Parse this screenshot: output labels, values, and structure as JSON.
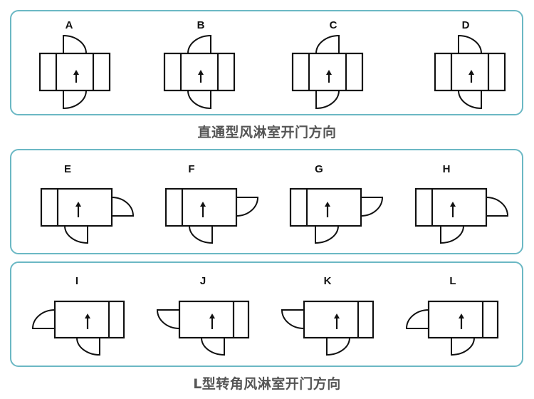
{
  "groups": [
    {
      "caption": "直通型风淋室开门方向",
      "type": "straight",
      "diagrams": [
        {
          "label": "A",
          "doors": [
            {
              "edge": "top",
              "hinge": "left"
            },
            {
              "edge": "bottom",
              "hinge": "left"
            }
          ]
        },
        {
          "label": "B",
          "doors": [
            {
              "edge": "top",
              "hinge": "right"
            },
            {
              "edge": "bottom",
              "hinge": "right"
            }
          ]
        },
        {
          "label": "C",
          "doors": [
            {
              "edge": "top",
              "hinge": "right"
            },
            {
              "edge": "bottom",
              "hinge": "left"
            }
          ]
        },
        {
          "label": "D",
          "doors": [
            {
              "edge": "top",
              "hinge": "left"
            },
            {
              "edge": "bottom",
              "hinge": "right"
            }
          ]
        }
      ]
    },
    {
      "caption": "",
      "type": "l-right",
      "diagrams": [
        {
          "label": "E",
          "doors": [
            {
              "edge": "right",
              "hinge": "bottom"
            },
            {
              "edge": "bottom",
              "hinge": "right"
            }
          ]
        },
        {
          "label": "F",
          "doors": [
            {
              "edge": "right",
              "hinge": "top"
            },
            {
              "edge": "bottom",
              "hinge": "right"
            }
          ]
        },
        {
          "label": "G",
          "doors": [
            {
              "edge": "right",
              "hinge": "top"
            },
            {
              "edge": "bottom",
              "hinge": "left"
            }
          ]
        },
        {
          "label": "H",
          "doors": [
            {
              "edge": "right",
              "hinge": "bottom"
            },
            {
              "edge": "bottom",
              "hinge": "left"
            }
          ]
        }
      ]
    },
    {
      "caption": "L型转角风淋室开门方向",
      "type": "l-left",
      "diagrams": [
        {
          "label": "I",
          "doors": [
            {
              "edge": "left",
              "hinge": "bottom"
            },
            {
              "edge": "bottom",
              "hinge": "right"
            }
          ]
        },
        {
          "label": "J",
          "doors": [
            {
              "edge": "left",
              "hinge": "top"
            },
            {
              "edge": "bottom",
              "hinge": "right"
            }
          ]
        },
        {
          "label": "K",
          "doors": [
            {
              "edge": "left",
              "hinge": "top"
            },
            {
              "edge": "bottom",
              "hinge": "left"
            }
          ]
        },
        {
          "label": "L",
          "doors": [
            {
              "edge": "left",
              "hinge": "bottom"
            },
            {
              "edge": "bottom",
              "hinge": "left"
            }
          ]
        }
      ]
    }
  ],
  "colors": {
    "panel_border": "#6bb8c4",
    "caption": "#555555",
    "line": "#111111"
  }
}
